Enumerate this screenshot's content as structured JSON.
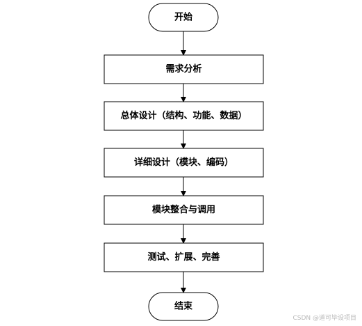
{
  "flowchart": {
    "start": "开始",
    "steps": [
      "需求分析",
      "总体设计（结构、功能、数据）",
      "详细设计（模块、编码）",
      "模块整合与调用",
      "测试、扩展、完善"
    ],
    "end": "结束"
  },
  "watermark": "CSDN @道可毕设项目",
  "colors": {
    "stroke": "#000000",
    "fill": "#ffffff",
    "watermark": "#b9b9b9"
  }
}
